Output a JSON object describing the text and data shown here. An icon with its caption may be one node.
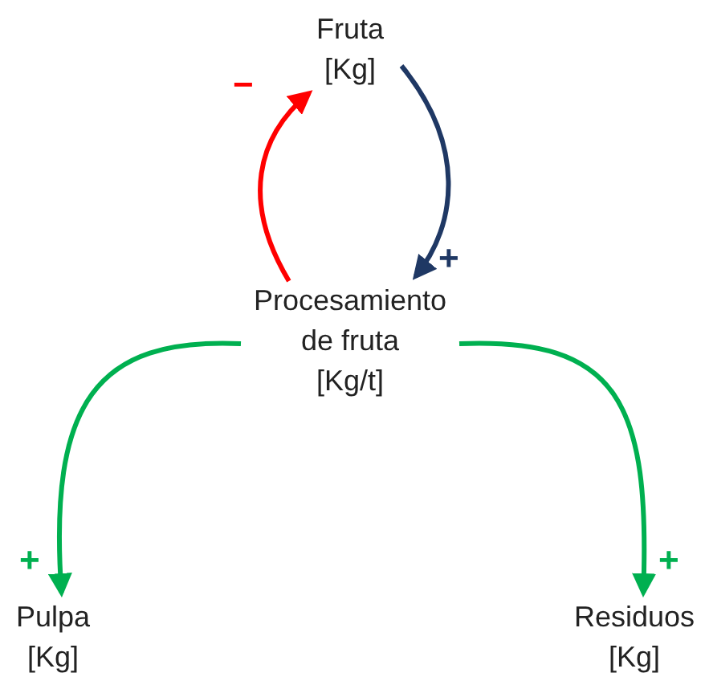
{
  "diagram": {
    "nodes": [
      {
        "text": [
          "Fruta",
          "[Kg]"
        ]
      },
      {
        "text": [
          "Procesamiento de fruta",
          "[Kg/t]"
        ]
      },
      {
        "text": [
          "Pulpa",
          "[Kg]"
        ]
      },
      {
        "text": [
          "Residuos",
          "[Kg]"
        ]
      }
    ],
    "edges": [
      {
        "from": 1,
        "to": 0,
        "arrow": "to",
        "label": "−",
        "color": "#ff0000"
      },
      {
        "from": 0,
        "to": 1,
        "arrow": "to",
        "label": "+",
        "color": "#1f3864"
      },
      {
        "from": 1,
        "to": 2,
        "arrow": "to",
        "label": "+",
        "color": "#00b050"
      },
      {
        "from": 1,
        "to": 3,
        "arrow": "to",
        "label": "+",
        "color": "#00b050"
      }
    ]
  }
}
